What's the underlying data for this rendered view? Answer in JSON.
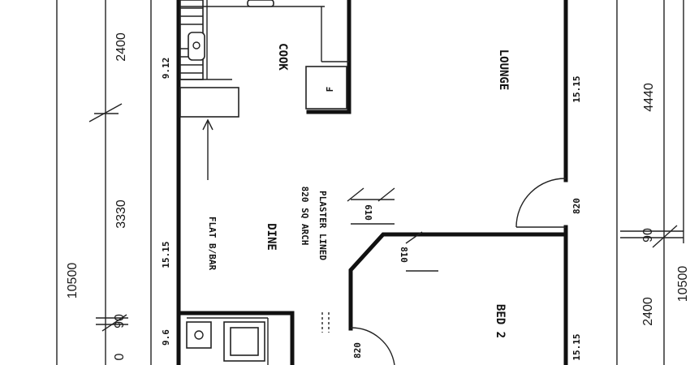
{
  "dimensions": {
    "left_top": "2400",
    "left_mid": "3330",
    "left_total": "10500",
    "left_small": "90",
    "left_bottom_partial": "0",
    "right_top": "4440",
    "right_small": "90",
    "right_bottom": "2400",
    "right_total": "10500"
  },
  "rooms": {
    "cook": "COOK",
    "lounge": "LOUNGE",
    "dine": "DINE",
    "bed2": "BED 2"
  },
  "notes": {
    "flat_bbar": "FLAT B/BAR",
    "arch_line1": "820 SQ ARCH",
    "arch_line2": "PLASTER LINED"
  },
  "wall_labels": {
    "w912": "9.12",
    "w1515_left": "15.15",
    "w96": "9.6",
    "w1515_right_top": "15.15",
    "w1515_right_bottom": "15.15",
    "w820_door": "820",
    "w820_bottom": "820",
    "w810": "810",
    "w610": "610",
    "fridge": "F"
  }
}
